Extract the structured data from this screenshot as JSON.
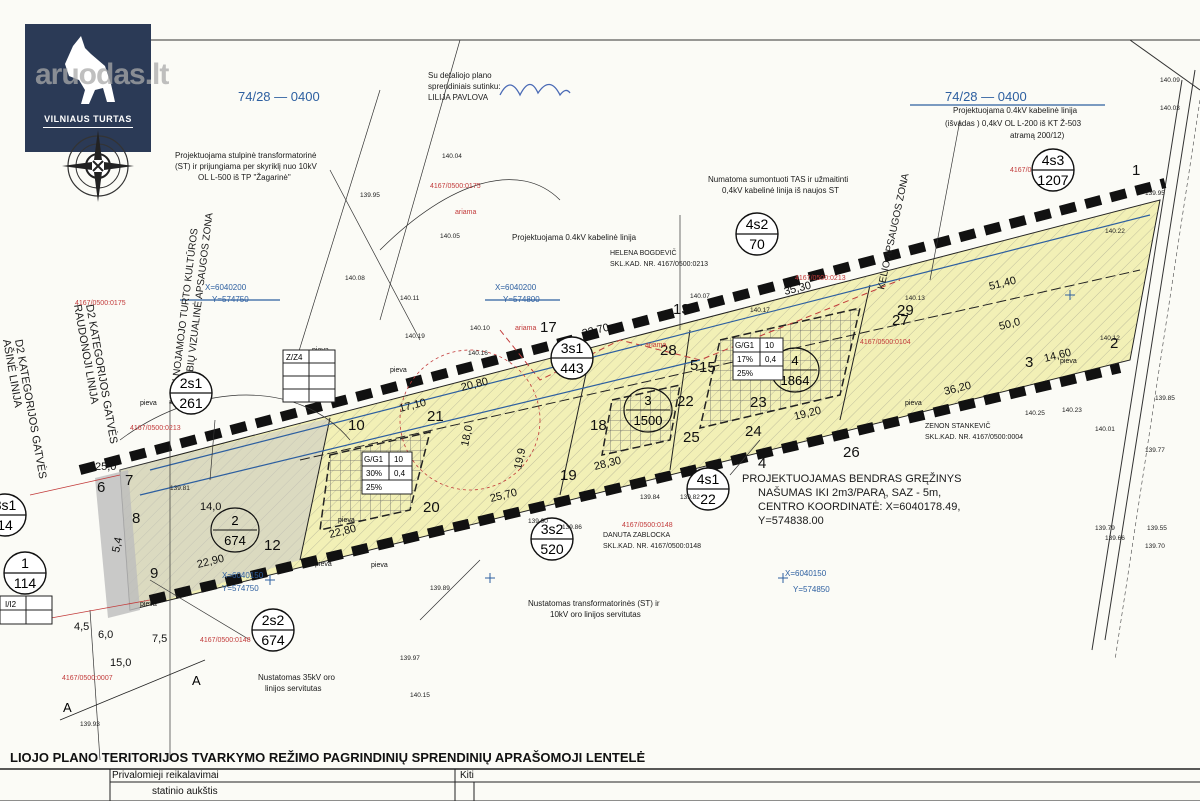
{
  "logo": {
    "brand": "VILNIAUS TURTAS",
    "watermark": "aruodas.lt"
  },
  "header": {
    "coord_left": "74/28 — 0400",
    "coord_right": "74/28 — 0400",
    "approval_line1": "Su detaliojo plano",
    "approval_line2": "sprendiniais sutinku:",
    "approval_name": "LILIJA PAVLOVA"
  },
  "annotations": {
    "transformer_title": [
      "Projektuojama stulpinė transformatorinė",
      "(ST) ir prijungiama per skyriklį nuo 10kV",
      "OL L-500 iš TP \"Žagarinė\""
    ],
    "cable_0_4": "Projektuojama 0.4kV kabelinė linija",
    "tas": [
      "Numatoma sumontuoti TAS ir užmaitinti",
      "0,4kV kabelinė linija iš naujos ST"
    ],
    "cable_right": [
      "Projektuojama 0.4kV kabelinė linija",
      "(išvadas ) 0,4kV OL L-200 iš KT Ž-503",
      "atramą 200/12)"
    ],
    "kelio_zona": "KELIO APSAUGOS ZONA",
    "heritage_zone": [
      "NEKILNOJAMOJO TURTO KULTŪROS",
      "VERTYBIŲ VIZUALINĖ APSAUGOS ZONA"
    ],
    "d2_street_1": [
      "D2 KATEGORIJOS GATVĖS",
      "RAUDONOJI LINIJA"
    ],
    "d2_street_2": [
      "D2 KATEGORIJOS GATVĖS",
      "AŠINĖ LINIJA"
    ],
    "well": [
      "PROJEKTUOJAMAS BENDRAS GRĘŽINYS",
      "NAŠUMAS IKI 2m3/PARĄ, SAZ - 5m,",
      "CENTRO KOORDINATĖ: X=6040178.49,",
      "Y=574838.00"
    ],
    "transformer_servitude": [
      "Nustatomas transformatorinės (ST) ir",
      "10kV oro linijos servitutas"
    ],
    "line_35kv": [
      "Nustatomas 35kV oro",
      "linijos servitutas"
    ]
  },
  "owners": [
    {
      "name": "HELENA BOGDEVIČ",
      "kad": "SKL.KAD. NR. 4167/0500:0213"
    },
    {
      "name": "ZENON STANKEVIČ",
      "kad": "SKL.KAD. NR. 4167/0500:0004"
    },
    {
      "name": "DANUTA ZABLOCKA",
      "kad": "SKL.KAD. NR. 4167/0500:0148"
    }
  ],
  "cadastral": [
    "4167/0500:0175",
    "4167/0500:0175",
    "4167/0500:0213",
    "4167/0500:0213",
    "4167/0500:0148",
    "4167/0500:0148",
    "4167/0500:0104",
    "4167/0500:0007"
  ],
  "coords": [
    {
      "x": "X=6040200",
      "y": "Y=574750"
    },
    {
      "x": "X=6040200",
      "y": "Y=574800"
    },
    {
      "x": "X=6040150",
      "y": "Y=574850"
    },
    {
      "x": "X=6040150",
      "y": "Y=574750"
    }
  ],
  "circles": [
    {
      "top": "3s1",
      "bottom": "443"
    },
    {
      "top": "4s2",
      "bottom": "70"
    },
    {
      "top": "4s3",
      "bottom": "1207"
    },
    {
      "top": "2s1",
      "bottom": "261"
    },
    {
      "top": "3s2",
      "bottom": "520"
    },
    {
      "top": "4s1",
      "bottom": "22"
    },
    {
      "top": "2s2",
      "bottom": "674"
    },
    {
      "top": "1",
      "bottom": "114"
    },
    {
      "top": "3s1",
      "bottom": "14"
    }
  ],
  "plots": [
    {
      "top": "2",
      "bottom": "674"
    },
    {
      "top": "3",
      "bottom": "1500"
    },
    {
      "top": "4",
      "bottom": "1864"
    }
  ],
  "points": [
    "1",
    "2",
    "3",
    "4",
    "5",
    "6",
    "7",
    "8",
    "9",
    "10",
    "12",
    "13",
    "15",
    "17",
    "18",
    "19",
    "20",
    "21",
    "22",
    "23",
    "24",
    "25",
    "26",
    "27",
    "28",
    "29"
  ],
  "dimensions": [
    "22,70",
    "20,80",
    "17,10",
    "18,0",
    "19,9",
    "28,30",
    "25,70",
    "22,80",
    "22,90",
    "36,20",
    "14,60",
    "50,0",
    "51,40",
    "19,20",
    "5,4",
    "4,5",
    "6,0",
    "7,5",
    "15,0",
    "25,0",
    "14,0",
    "35,30"
  ],
  "elevations": [
    "140.04",
    "140.05",
    "139.95",
    "140.08",
    "140.10",
    "140.11",
    "140.16",
    "140.19",
    "140.13",
    "140.07",
    "139.82",
    "139.84",
    "139.86",
    "139.90",
    "139.89",
    "139.81",
    "140.12",
    "140.17",
    "140.22",
    "140.25",
    "140.23",
    "140.01",
    "139.97",
    "140.15",
    "139.93",
    "139.85",
    "139.77",
    "139.79",
    "139.66",
    "139.70",
    "139.55",
    "139.95",
    "140.03",
    "140.09"
  ],
  "labels": {
    "pieva": "pievа",
    "ariama": "ariama"
  },
  "zone_table": {
    "code": "Z/Z4",
    "code2": "I/I2"
  },
  "mini_tables": [
    {
      "a": "G/G1",
      "b": "10",
      "c": "17%",
      "d": "0,4",
      "e": "25%"
    },
    {
      "a": "G/G1",
      "b": "10",
      "c": "30%",
      "d": "0,4",
      "e": "25%"
    }
  ],
  "bottom_table": {
    "title": "LIOJO PLANO TERITORIJOS TVARKYMO REŽIMO PAGRINDINIŲ SPRENDINIŲ APRAŠOMOJI LENTELĖ",
    "col1": "Privalomieji reikalavimai",
    "col2": "Kiti",
    "col3": "statinio aukštis"
  },
  "colors": {
    "plot_fill": "#f2f0b6",
    "line_blue": "#2d5fa0",
    "line_red": "#c23a3a",
    "ink": "#1a1a1a",
    "brand_bg": "#2b3a56"
  }
}
